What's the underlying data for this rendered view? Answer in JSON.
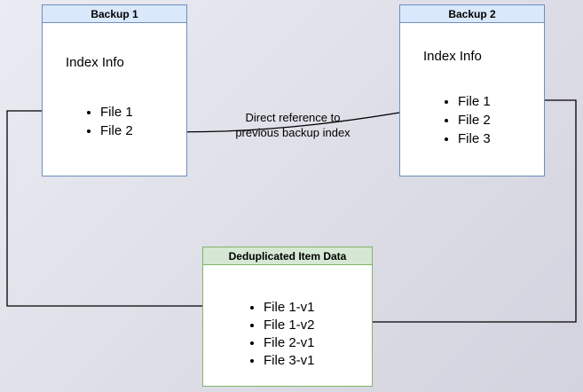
{
  "backup1": {
    "title": "Backup 1",
    "label": "Index Info",
    "items": [
      "File 1",
      "File 2"
    ]
  },
  "backup2": {
    "title": "Backup 2",
    "label": "Index Info",
    "items": [
      "File 1",
      "File 2",
      "File 3"
    ]
  },
  "dedup": {
    "title": "Deduplicated Item Data",
    "items": [
      "File 1-v1",
      "File 1-v2",
      "File 2-v1",
      "File 3-v1"
    ]
  },
  "annotation": {
    "line1": "Direct reference to",
    "line2": "previous backup index"
  },
  "colors": {
    "backup_box_border": "#6c8ebf",
    "backup_header_fill": "#dae8fc",
    "dedup_box_border": "#82b366",
    "dedup_header_fill": "#d5e8d4",
    "arrow_line": "#000000",
    "box_body_fill": "#ffffff"
  }
}
